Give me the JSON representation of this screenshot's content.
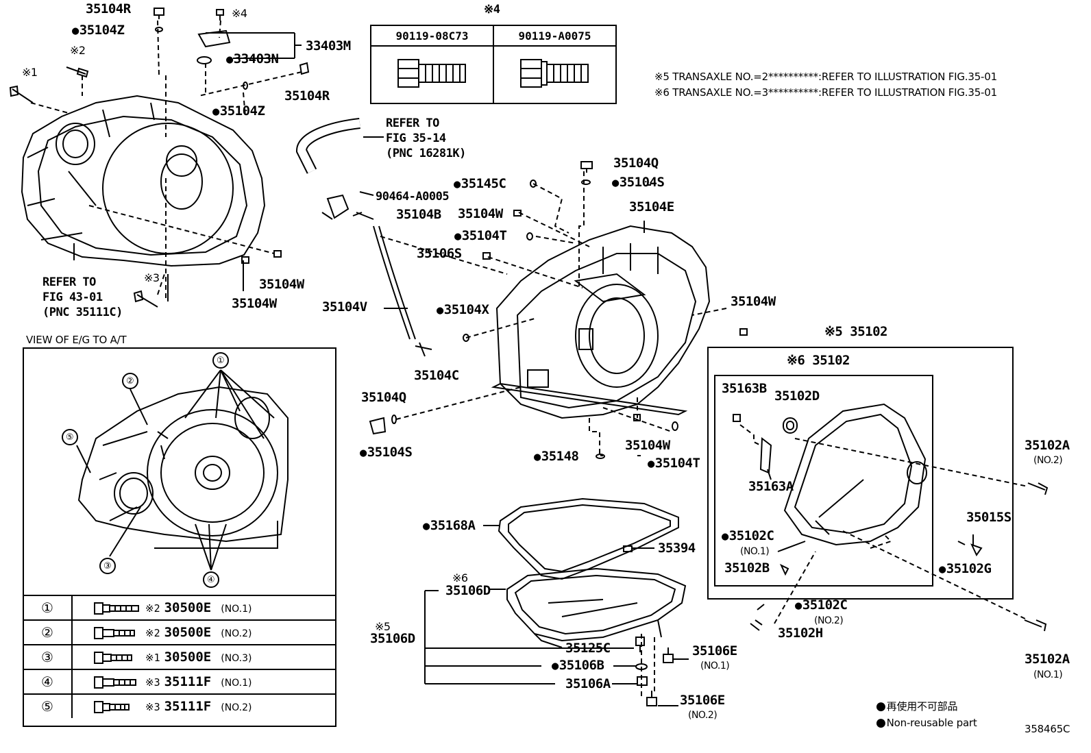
{
  "header_notes": {
    "note5": "※5 TRANSAXLE NO.=2**********:REFER TO ILLUSTRATION FIG.35-01",
    "note6": "※6 TRANSAXLE NO.=3**********:REFER TO ILLUSTRATION FIG.35-01"
  },
  "fastener_table": {
    "title": "※4",
    "part_a": "90119-08C73",
    "part_b": "90119-A0075"
  },
  "view_box": {
    "title": "VIEW OF E/G TO A/T",
    "callouts": [
      "①",
      "②",
      "③",
      "④",
      "⑤"
    ],
    "rows": [
      {
        "num": "①",
        "mark": "※2",
        "code": "30500E",
        "no": "(NO.1)"
      },
      {
        "num": "②",
        "mark": "※2",
        "code": "30500E",
        "no": "(NO.2)"
      },
      {
        "num": "③",
        "mark": "※1",
        "code": "30500E",
        "no": "(NO.3)"
      },
      {
        "num": "④",
        "mark": "※3",
        "code": "35111F",
        "no": "(NO.1)"
      },
      {
        "num": "⑤",
        "mark": "※3",
        "code": "35111F",
        "no": "(NO.2)"
      }
    ]
  },
  "labels": {
    "l_35104R_top": "35104R",
    "l_35104Z_top": "35104Z",
    "l_mark4_bolt": "※4",
    "l_33403M": "33403M",
    "l_33403N": "33403N",
    "l_mark2": "※2",
    "l_mark1": "※1",
    "l_35104R_mid": "35104R",
    "l_35104Z_mid": "35104Z",
    "l_refer_43": "REFER TO",
    "l_refer_43b": "FIG 43-01",
    "l_refer_43c": "(PNC 35111C)",
    "l_mark3": "※3",
    "l_35104W_a": "35104W",
    "l_35104W_b": "35104W",
    "l_refer_35": "REFER TO",
    "l_refer_35b": "FIG 35-14",
    "l_refer_35c": "(PNC 16281K)",
    "l_90464": "90464-A0005",
    "l_35104B": "35104B",
    "l_35145C": "35145C",
    "l_35104Q_top": "35104Q",
    "l_35104S_top": "35104S",
    "l_35104E": "35104E",
    "l_35104W_c": "35104W",
    "l_35104T_a": "35104T",
    "l_35106S": "35106S",
    "l_35104V": "35104V",
    "l_35104X": "35104X",
    "l_35104C": "35104C",
    "l_35104W_d": "35104W",
    "l_35102_mark5": "※5 35102",
    "l_35102_mark6": "※6 35102",
    "l_35104Q_low": "35104Q",
    "l_35104S_low": "35104S",
    "l_35148": "35148",
    "l_35104W_e": "35104W",
    "l_35104T_b": "35104T",
    "l_35163B": "35163B",
    "l_35102D": "35102D",
    "l_35163A": "35163A",
    "l_35102A_no2": "35102A",
    "l_35102A_no2_sub": "(NO.2)",
    "l_35015S": "35015S",
    "l_35102C_no1": "35102C",
    "l_35102C_no1_sub": "(NO.1)",
    "l_35102B": "35102B",
    "l_35102G": "35102G",
    "l_35168A": "35168A",
    "l_35394": "35394",
    "l_mark6_pan": "※6",
    "l_35106D_top": "35106D",
    "l_mark5_pan": "※5",
    "l_35106D_low": "35106D",
    "l_35125C": "35125C",
    "l_35106B": "35106B",
    "l_35106A": "35106A",
    "l_35106E_no1": "35106E",
    "l_35106E_no1_sub": "(NO.1)",
    "l_35106E_no2": "35106E",
    "l_35106E_no2_sub": "(NO.2)",
    "l_35102C_no2": "35102C",
    "l_35102C_no2_sub": "(NO.2)",
    "l_35102H": "35102H",
    "l_35102A_no1": "35102A",
    "l_35102A_no1_sub": "(NO.1)"
  },
  "legend": {
    "jp": "再使用不可部品",
    "en": "Non-reusable part"
  },
  "figure_id": "358465C"
}
